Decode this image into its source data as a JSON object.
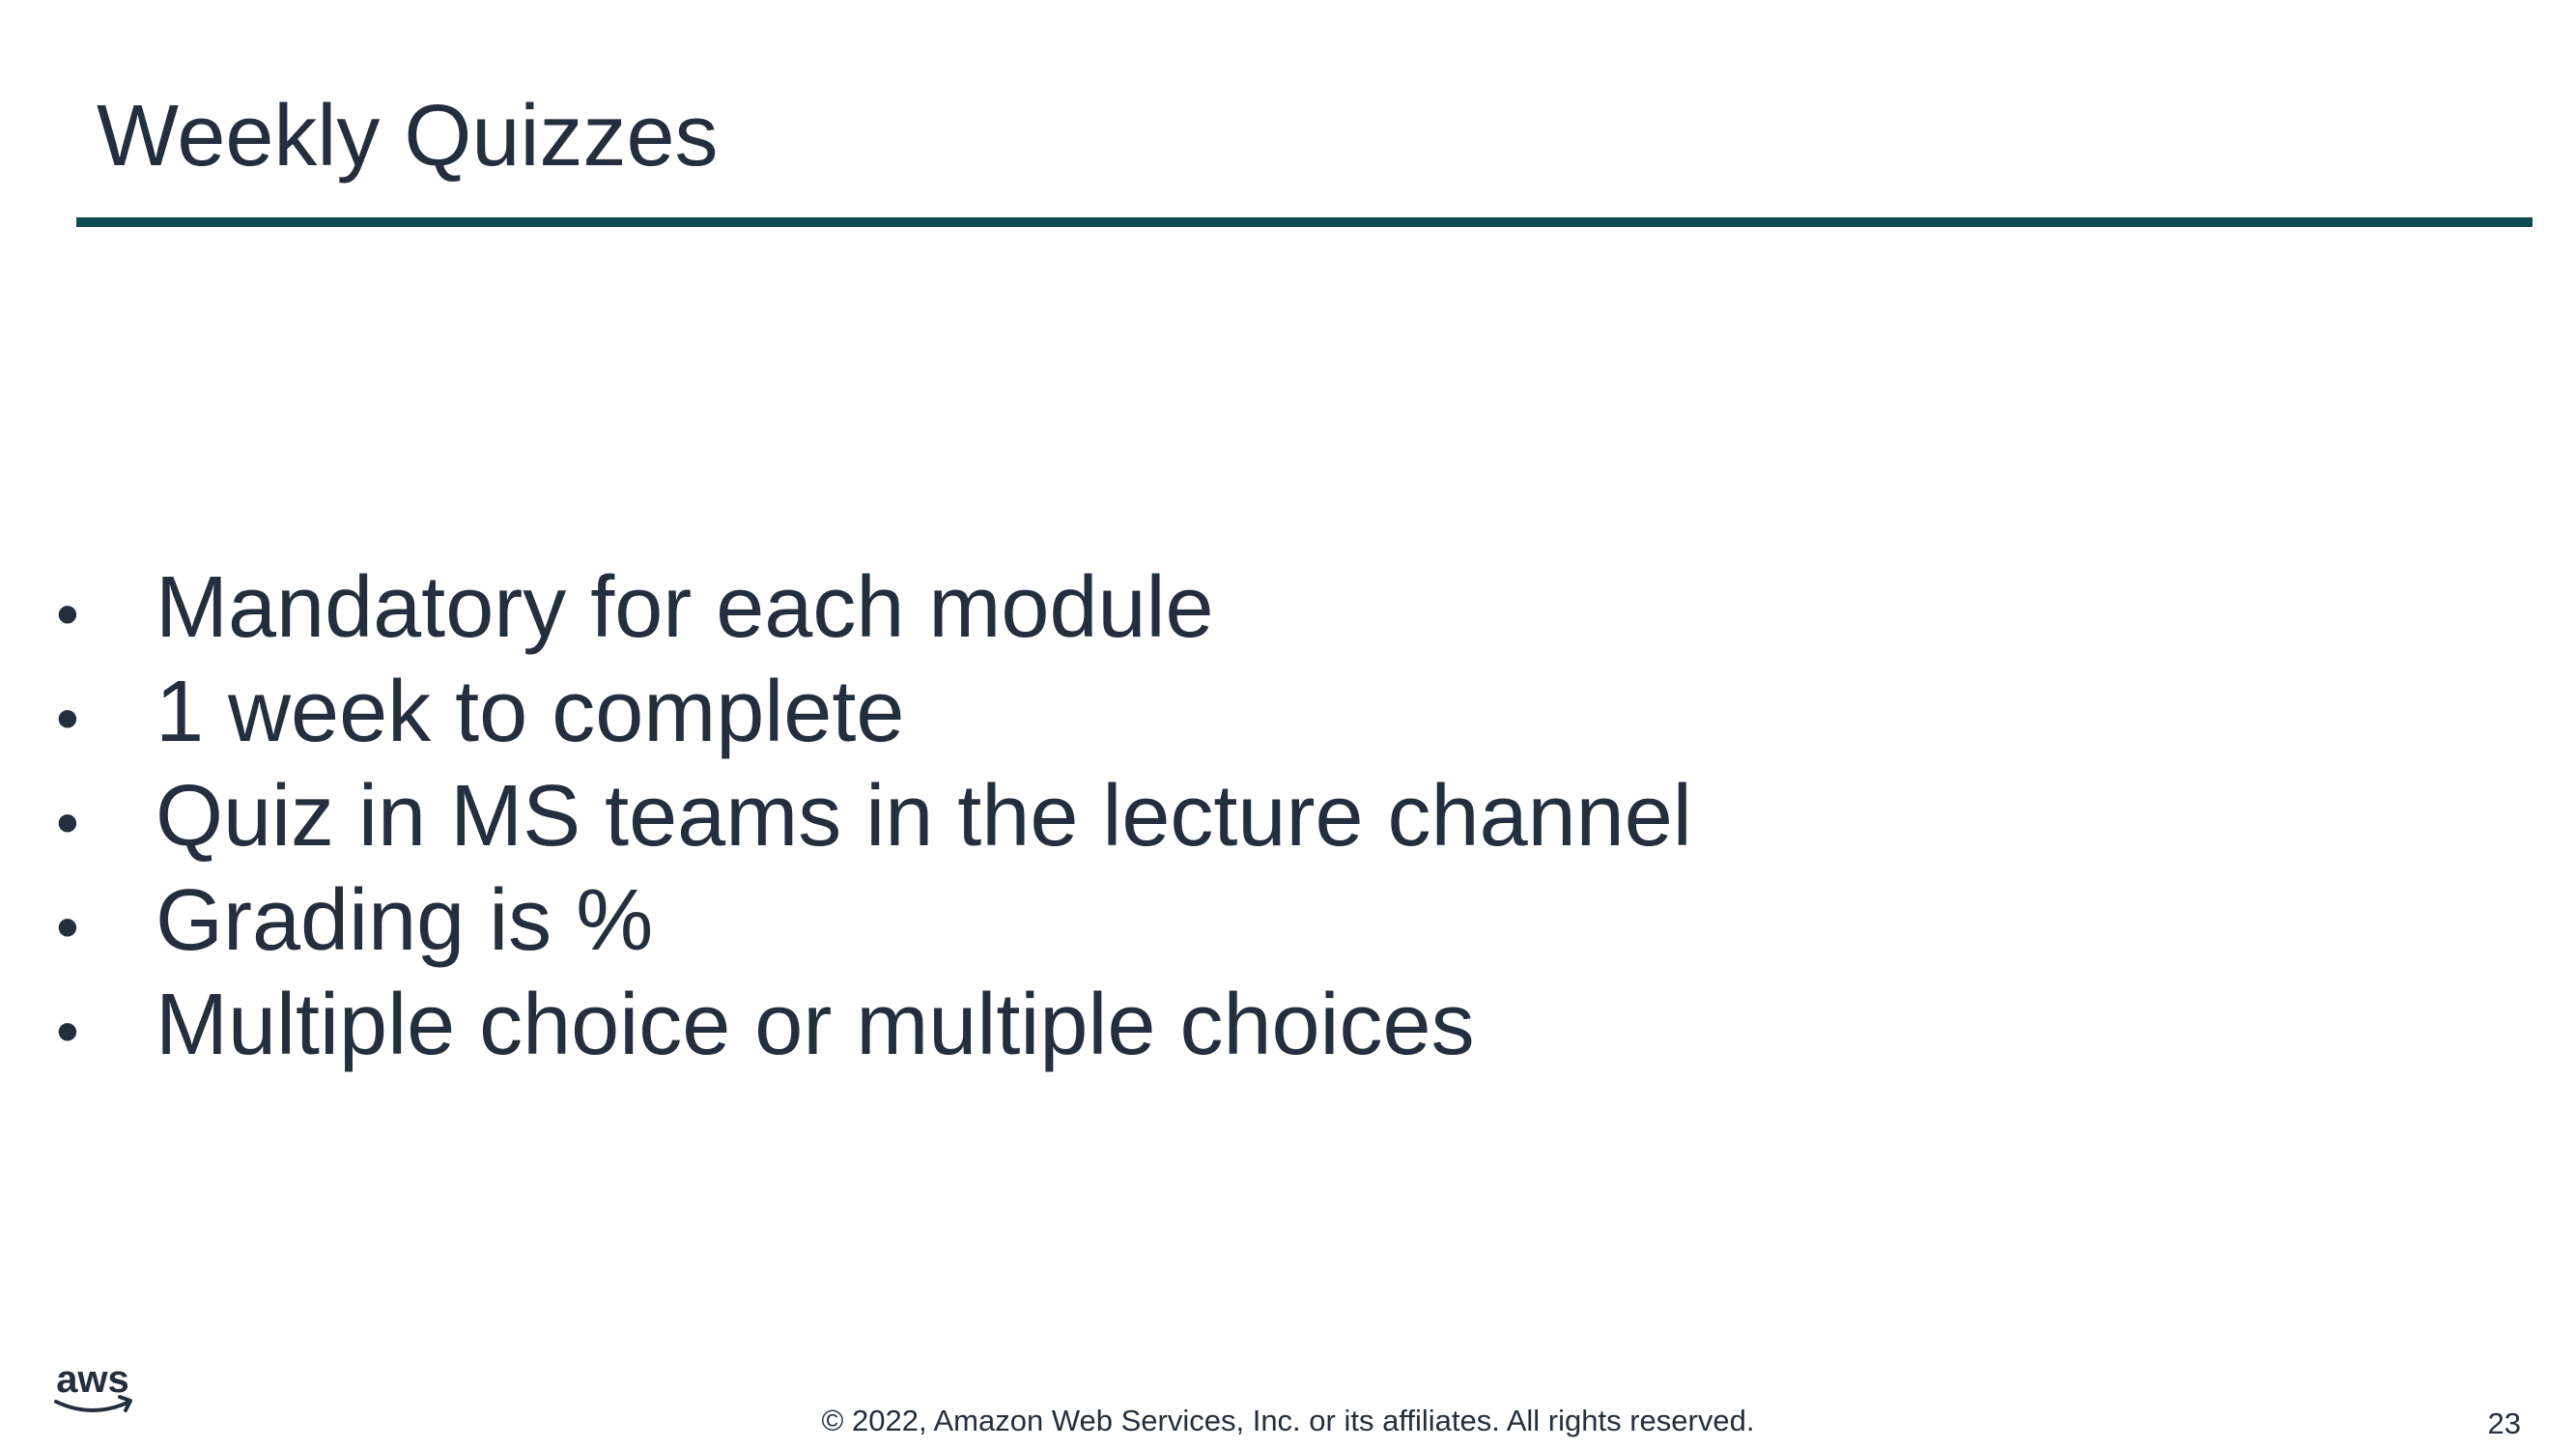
{
  "slide": {
    "title": "Weekly Quizzes",
    "bullets": [
      "Mandatory for each module",
      "1 week to complete",
      "Quiz in MS teams in the lecture channel",
      "Grading is %",
      "Multiple choice or multiple choices"
    ],
    "bullet_glyph": "•"
  },
  "footer": {
    "logo_text": "aws",
    "copyright": "© 2022, Amazon Web Services, Inc. or its affiliates. All rights reserved.",
    "page_number": "23"
  },
  "colors": {
    "text": "#232f3e",
    "accent_rule": "#0f4b54",
    "background": "#ffffff"
  }
}
